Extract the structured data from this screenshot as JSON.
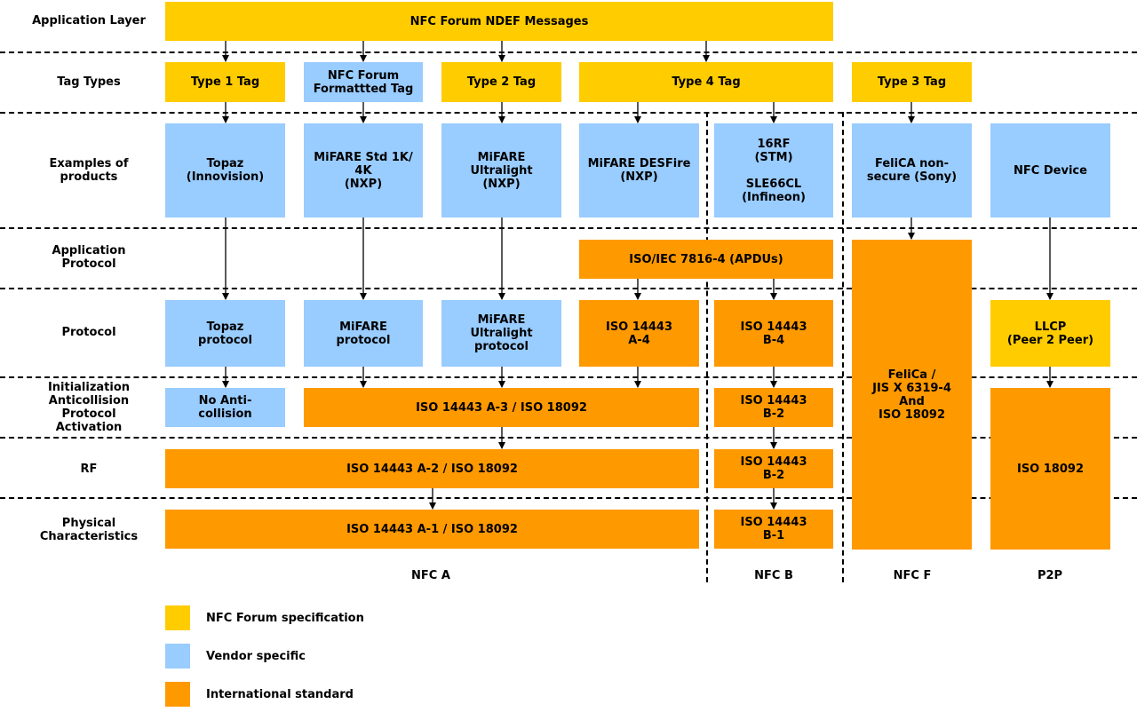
{
  "row_labels": {
    "application_layer": "Application Layer",
    "tag_types": "Tag Types",
    "examples": "Examples of\nproducts",
    "app_protocol": "Application\nProtocol",
    "protocol": "Protocol",
    "init": "Initialization\nAnticollision\nProtocol\nActivation",
    "rf": "RF",
    "physical": "Physical\nCharacteristics"
  },
  "boxes": {
    "ndef": "NFC Forum NDEF Messages",
    "type1": "Type 1 Tag",
    "nfc_formatted": "NFC Forum\nFormattted Tag",
    "type2": "Type 2 Tag",
    "type4": "Type 4 Tag",
    "type3": "Type 3 Tag",
    "topaz": "Topaz\n(Innovision)",
    "mifare_std": "MiFARE Std 1K/\n4K\n(NXP)",
    "mifare_ul": "MiFARE Ultralight\n(NXP)",
    "mifare_desfire": "MiFARE DESFire\n(NXP)",
    "rf16": "16RF\n(STM)\n\nSLE66CL\n(Infineon)",
    "felica_ns": "FeliCA non-\nsecure (Sony)",
    "nfc_device": "NFC Device",
    "iso7816": "ISO/IEC 7816-4 (APDUs)",
    "felica_std": "FeliCa /\nJIS X 6319-4\nAnd\nISO 18092",
    "topaz_proto": "Topaz\nprotocol",
    "mifare_proto": "MiFARE\nprotocol",
    "mifare_ul_proto": "MiFARE\nUltralight\nprotocol",
    "iso_a4": "ISO 14443\nA-4",
    "iso_b4": "ISO 14443\nB-4",
    "llcp": "LLCP\n(Peer 2 Peer)",
    "no_anticollision": "No Anti-\ncollision",
    "iso_a3": "ISO 14443 A-3 / ISO 18092",
    "iso_b2_init": "ISO 14443\nB-2",
    "iso18092_p2p": "ISO 18092",
    "iso_a2": "ISO 14443 A-2 / ISO 18092",
    "iso_b2_rf": "ISO 14443\nB-2",
    "iso_a1": "ISO 14443 A-1 / ISO 18092",
    "iso_b1": "ISO 14443\nB-1"
  },
  "columns": {
    "nfc_a": "NFC A",
    "nfc_b": "NFC B",
    "nfc_f": "NFC F",
    "p2p": "P2P"
  },
  "legend": [
    {
      "label": "NFC Forum specification",
      "color": "#FFCC00"
    },
    {
      "label": "Vendor specific",
      "color": "#99CCFF"
    },
    {
      "label": "International standard",
      "color": "#FF9900"
    }
  ],
  "colors": {
    "nfc_forum": "#FFCC00",
    "vendor": "#99CCFF",
    "international": "#FF9900"
  }
}
